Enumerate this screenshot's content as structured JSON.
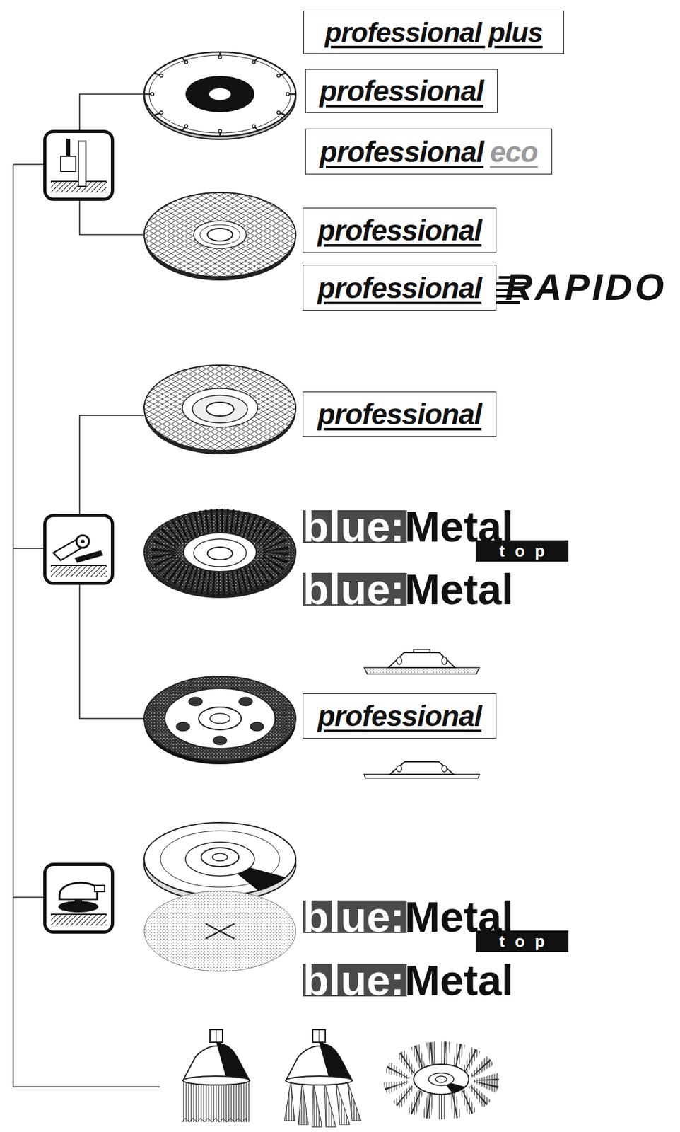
{
  "diagram": {
    "nodes": [
      {
        "text": [
          "professional plus"
        ]
      },
      {
        "text": [
          "professional"
        ]
      },
      {
        "text": [
          "professional",
          "eco"
        ]
      },
      {
        "text": [
          "professional"
        ]
      },
      {
        "text": [
          "professional"
        ]
      },
      {
        "text": [
          "professional"
        ]
      },
      {
        "text": [
          "blue:Metal",
          "top"
        ]
      },
      {
        "text": [
          "blue:Metal"
        ]
      },
      {
        "text": [
          "professional"
        ]
      },
      {
        "text": [
          "blue:Metal",
          "top"
        ]
      },
      {
        "text": [
          "blue:Metal"
        ]
      }
    ],
    "labels": [
      "RAPIDO"
    ]
  }
}
